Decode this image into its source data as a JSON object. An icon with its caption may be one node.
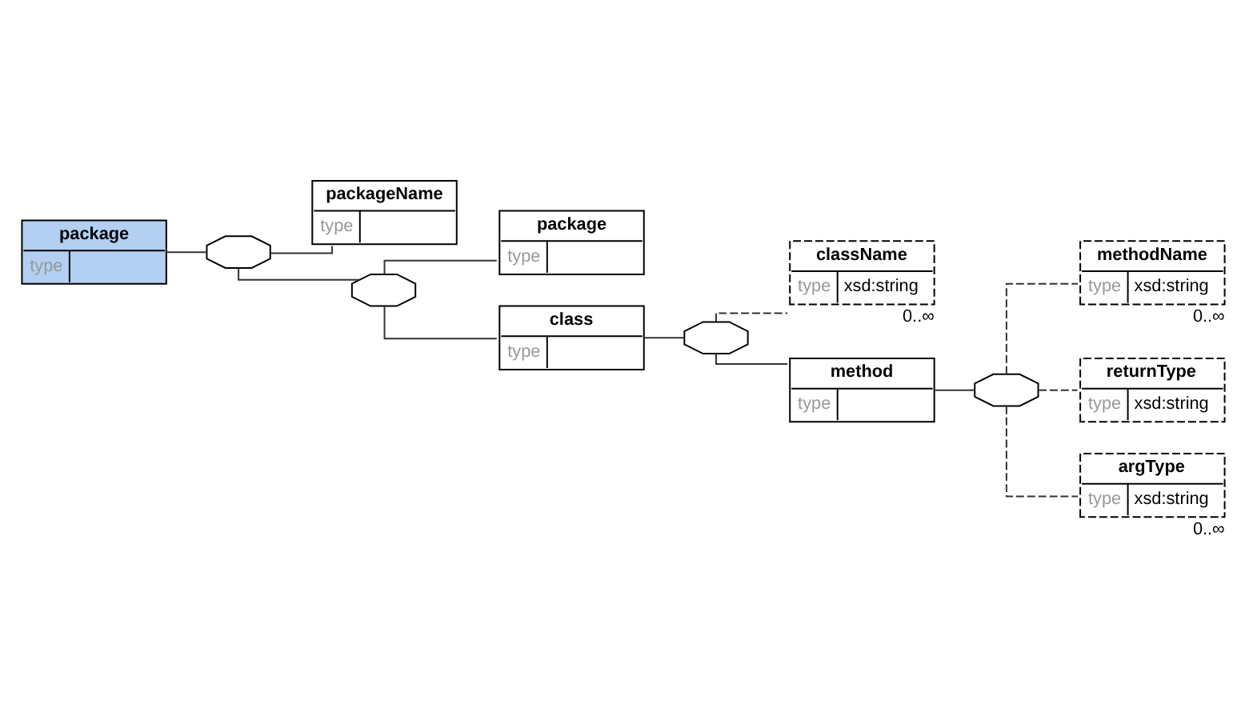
{
  "diagram": {
    "nodes": [
      {
        "text": [
          "package",
          "type"
        ]
      },
      {
        "text": [],
        "shape": "octagon"
      },
      {
        "text": [
          "packageName",
          "type"
        ]
      },
      {
        "text": [],
        "shape": "octagon"
      },
      {
        "text": [
          "package",
          "type"
        ]
      },
      {
        "text": [
          "class",
          "type"
        ]
      },
      {
        "text": [],
        "shape": "octagon"
      },
      {
        "text": [
          "className",
          "type",
          "xsd:string"
        ],
        "beside": [
          "0..∞"
        ]
      },
      {
        "text": [
          "method",
          "type"
        ]
      },
      {
        "text": [],
        "shape": "octagon"
      },
      {
        "text": [
          "methodName",
          "type",
          "xsd:string"
        ],
        "beside": [
          "0..∞"
        ]
      },
      {
        "text": [
          "returnType",
          "type",
          "xsd:string"
        ]
      },
      {
        "text": [
          "argType",
          "type",
          "xsd:string"
        ],
        "beside": [
          "0..∞"
        ]
      }
    ],
    "edges": [
      {
        "from": 0,
        "to": 1,
        "arrow": "none"
      },
      {
        "from": 1,
        "to": 2,
        "arrow": "none"
      },
      {
        "from": 1,
        "to": 3,
        "arrow": "none"
      },
      {
        "from": 3,
        "to": 4,
        "arrow": "none"
      },
      {
        "from": 3,
        "to": 5,
        "arrow": "none"
      },
      {
        "from": 5,
        "to": 6,
        "arrow": "none"
      },
      {
        "from": 6,
        "to": 7,
        "arrow": "none",
        "style": "dashed"
      },
      {
        "from": 6,
        "to": 8,
        "arrow": "none"
      },
      {
        "from": 8,
        "to": 9,
        "arrow": "none"
      },
      {
        "from": 9,
        "to": 10,
        "arrow": "none",
        "style": "dashed"
      },
      {
        "from": 9,
        "to": 11,
        "arrow": "none",
        "style": "dashed"
      },
      {
        "from": 9,
        "to": 12,
        "arrow": "none",
        "style": "dashed"
      }
    ]
  }
}
